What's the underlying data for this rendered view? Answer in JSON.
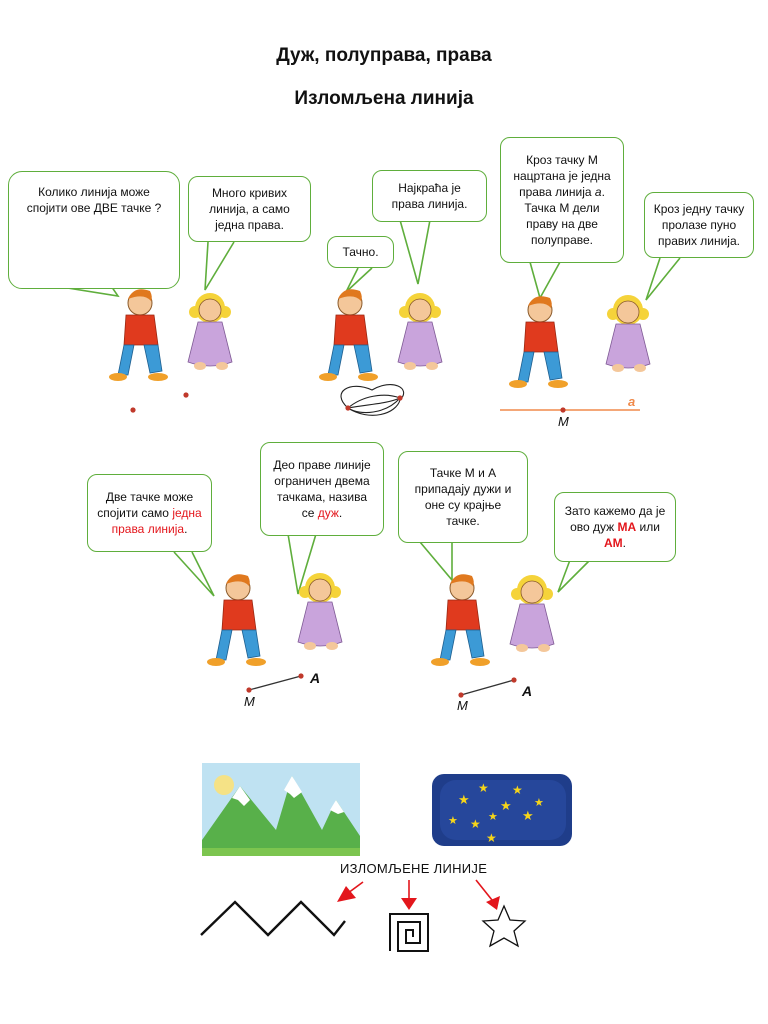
{
  "title": "Дуж, полуправа, права",
  "subtitle": "Изломљена линија",
  "panel1": {
    "q": "Колико линија може спојити ове ДВЕ тачке ?",
    "a": "Много кривих линија, а само једна права."
  },
  "panel2": {
    "q": "Тачно.",
    "a": "Најкраћа је права линија."
  },
  "panel3": {
    "q_1": "Кроз тачку М нацртана је једна права линија",
    "q_var": "a",
    "q_2": ". Тачка М дели праву на две полуправе.",
    "a": "Кроз једну тачку пролазе пуно правих линија.",
    "label_point": "M",
    "label_line": "a"
  },
  "panel4": {
    "q_1": "Две тачке може спојити само ",
    "q_red": "једна права линија",
    "q_2": ".",
    "a_1": "Део праве линије ограничен двема тачкама, назива се ",
    "a_red": "дуж",
    "a_2": ".",
    "label_m": "M",
    "label_a": "A"
  },
  "panel5": {
    "q": "Тачке М и А припадају дужи и оне су крајње тачке.",
    "a_1": "Зато кажемо да је ово дуж ",
    "a_red1": "МА",
    "a_mid": " или ",
    "a_red2": "АМ",
    "a_2": ".",
    "label_m": "M",
    "label_a": "A"
  },
  "caption": "ИЗЛОМЉЕНЕ ЛИНИЈЕ",
  "colors": {
    "bubble_border": "#5fae3c",
    "accent_red": "#e3161c",
    "boy_shirt": "#e03a1e",
    "girl_dress": "#c9a4dc"
  }
}
